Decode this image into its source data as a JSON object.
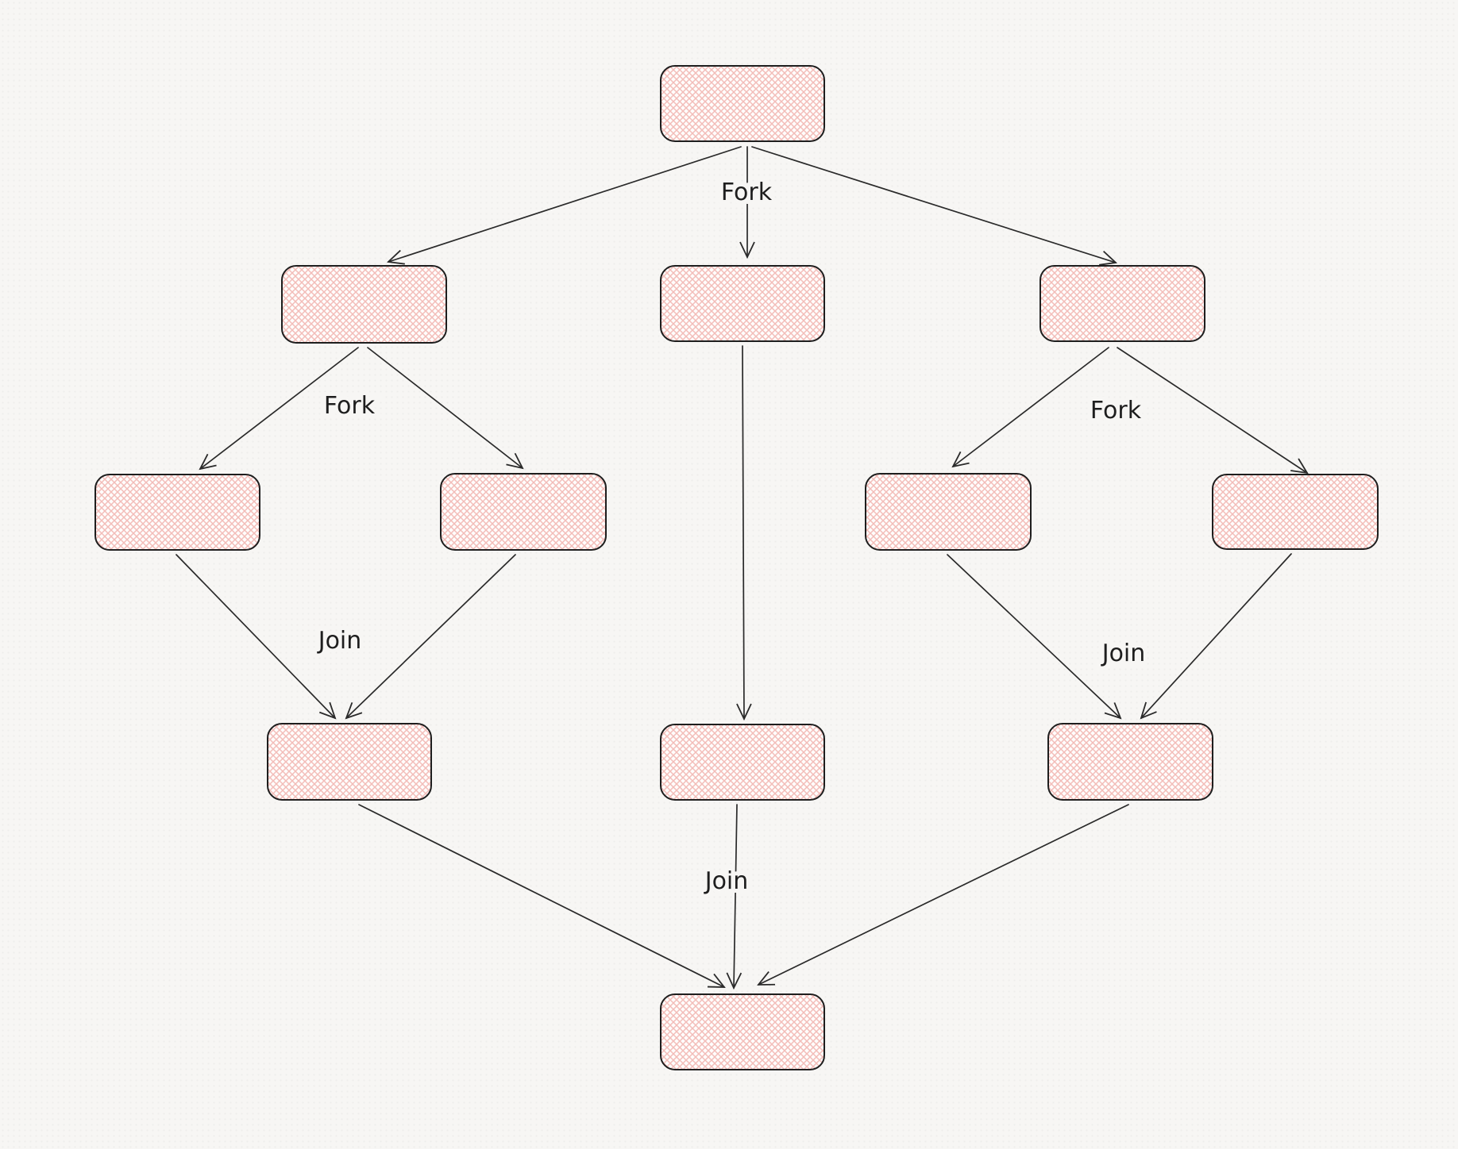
{
  "diagram": {
    "style": "hand-drawn fork-join flowchart",
    "labels": {
      "fork_root": "Fork",
      "fork_left": "Fork",
      "fork_right": "Fork",
      "join_left": "Join",
      "join_right": "Join",
      "join_final": "Join"
    },
    "nodes": [
      {
        "id": "root",
        "label": ""
      },
      {
        "id": "branch-left",
        "label": ""
      },
      {
        "id": "branch-middle",
        "label": ""
      },
      {
        "id": "branch-right",
        "label": ""
      },
      {
        "id": "left-child-1",
        "label": ""
      },
      {
        "id": "left-child-2",
        "label": ""
      },
      {
        "id": "right-child-1",
        "label": ""
      },
      {
        "id": "right-child-2",
        "label": ""
      },
      {
        "id": "join-left",
        "label": ""
      },
      {
        "id": "middle-task",
        "label": ""
      },
      {
        "id": "join-right",
        "label": ""
      },
      {
        "id": "final",
        "label": ""
      }
    ],
    "edges": [
      {
        "from": "root",
        "to": "branch-left",
        "label": ""
      },
      {
        "from": "root",
        "to": "branch-middle",
        "label": "Fork"
      },
      {
        "from": "root",
        "to": "branch-right",
        "label": ""
      },
      {
        "from": "branch-left",
        "to": "left-child-1",
        "label": "Fork"
      },
      {
        "from": "branch-left",
        "to": "left-child-2",
        "label": ""
      },
      {
        "from": "branch-right",
        "to": "right-child-1",
        "label": "Fork"
      },
      {
        "from": "branch-right",
        "to": "right-child-2",
        "label": ""
      },
      {
        "from": "branch-middle",
        "to": "middle-task",
        "label": ""
      },
      {
        "from": "left-child-1",
        "to": "join-left",
        "label": ""
      },
      {
        "from": "left-child-2",
        "to": "join-left",
        "label": "Join"
      },
      {
        "from": "right-child-1",
        "to": "join-right",
        "label": "Join"
      },
      {
        "from": "right-child-2",
        "to": "join-right",
        "label": ""
      },
      {
        "from": "join-left",
        "to": "final",
        "label": ""
      },
      {
        "from": "middle-task",
        "to": "final",
        "label": "Join"
      },
      {
        "from": "join-right",
        "to": "final",
        "label": ""
      }
    ],
    "colors": {
      "background": "#f7f6f4",
      "node_fill": "#fffdfc",
      "node_hatch": "#f3bdb9",
      "node_stroke": "#1e1e1e",
      "edge": "#2a2a2a",
      "label_text": "#1e1e1e"
    }
  }
}
